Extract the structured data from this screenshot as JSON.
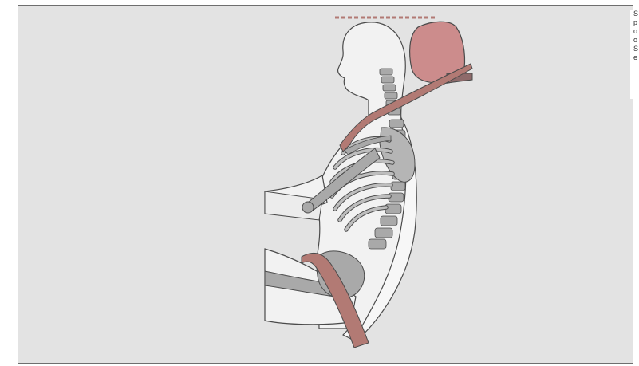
{
  "figure": {
    "subject": "seated-occupant-skeleton-with-headrest-and-seat-belt",
    "frame_color": "#e3e3e3",
    "body_color": "#f2f2f2",
    "bone_color": "#a9a9a9",
    "belt_color": "#b27a74",
    "headrest_color": "#cc8c8c",
    "line_color": "#4a4a4a"
  },
  "side_note": {
    "lines": [
      "S",
      "p",
      "o",
      "o",
      "S",
      "e"
    ]
  }
}
